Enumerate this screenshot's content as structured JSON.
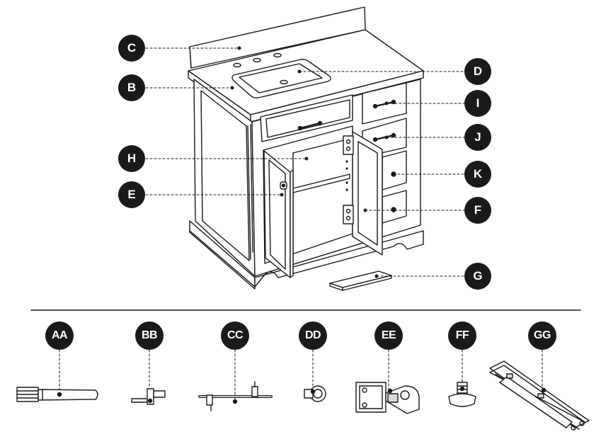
{
  "callouts": {
    "C": "C",
    "B": "B",
    "D": "D",
    "I": "I",
    "H": "H",
    "J": "J",
    "E": "E",
    "K": "K",
    "F": "F",
    "G": "G"
  },
  "parts": {
    "AA": "AA",
    "BB": "BB",
    "CC": "CC",
    "DD": "DD",
    "EE": "EE",
    "FF": "FF",
    "GG": "GG"
  },
  "colors": {
    "ink": "#1a1a1a",
    "paper": "#ffffff",
    "shade": "#d9d9d9"
  }
}
